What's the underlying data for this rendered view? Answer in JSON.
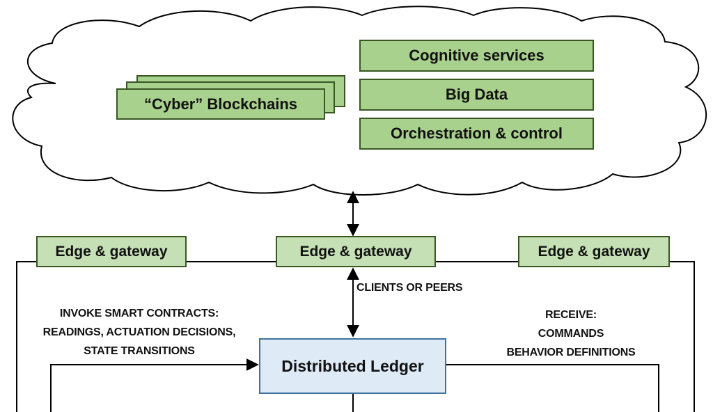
{
  "cloud": {
    "blockchains_label": "“Cyber” Blockchains",
    "services": [
      "Cognitive services",
      "Big Data",
      "Orchestration & control"
    ]
  },
  "edges": [
    {
      "label": "Edge & gateway"
    },
    {
      "label": "Edge & gateway"
    },
    {
      "label": "Edge & gateway"
    }
  ],
  "ledger": {
    "label": "Distributed Ledger"
  },
  "annotations": {
    "clients": "CLIENTS OR PEERS",
    "invoke": [
      "INVOKE SMART CONTRACTS:",
      "READINGS, ACTUATION DECISIONS,",
      "STATE TRANSITIONS"
    ],
    "receive": [
      "RECEIVE:",
      "COMMANDS",
      "BEHAVIOR DEFINITIONS"
    ]
  },
  "colors": {
    "cloud_green": "#a9d18e",
    "edge_green": "#c5e0b4",
    "ledger_blue": "#deebf7"
  }
}
